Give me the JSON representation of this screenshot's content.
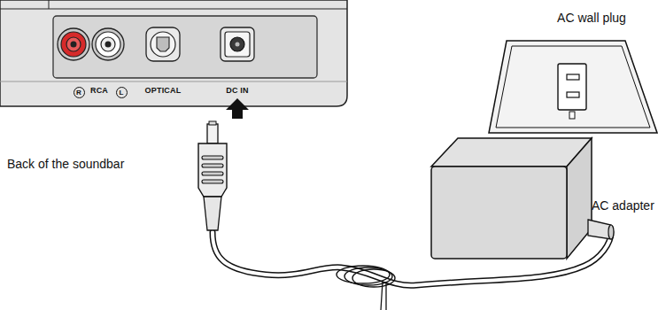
{
  "diagram": {
    "labels": [
      "R",
      "RCA",
      "L",
      "OPTICAL",
      "DC IN",
      "AC wall plug",
      "Back of the soundbar",
      "AC adapter"
    ]
  }
}
